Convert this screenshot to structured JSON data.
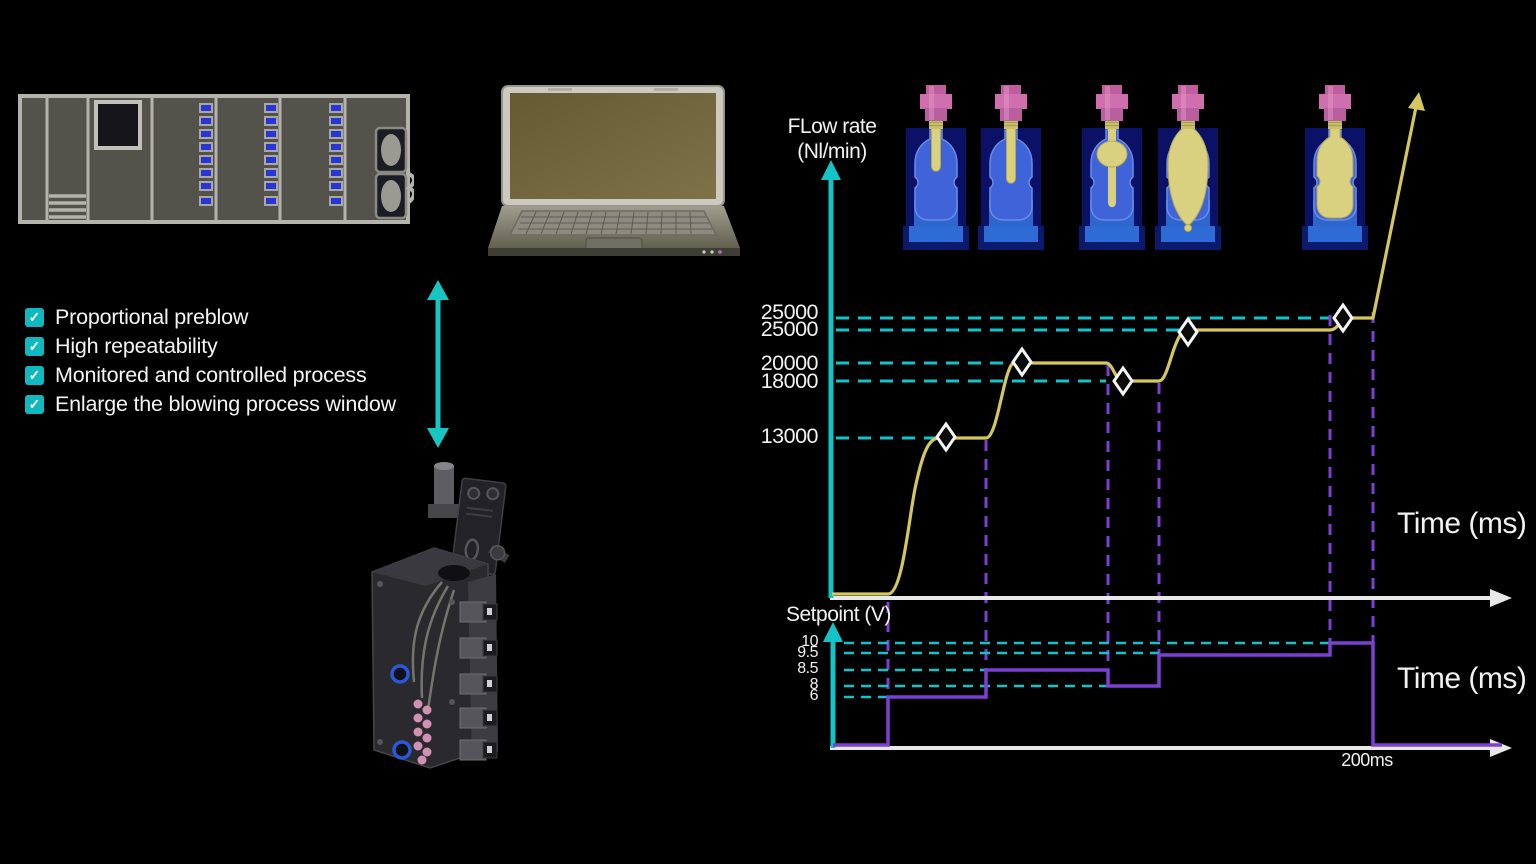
{
  "checklist": {
    "items": [
      {
        "label": "Proportional preblow"
      },
      {
        "label": "High repeatability"
      },
      {
        "label": "Monitored and controlled process"
      },
      {
        "label": "Enlarge the blowing process window"
      }
    ],
    "checkbox_color": "#10b9c0",
    "check_icon": "check-icon"
  },
  "flow_chart": {
    "ylabel_line1": "FLow rate",
    "ylabel_line2": "(Nl/min)",
    "xlabel": "Time (ms)",
    "yticks": [
      "25000",
      "25000",
      "20000",
      "18000",
      "13000"
    ]
  },
  "setpoint_chart": {
    "ylabel": "Setpoint (V)",
    "xlabel": "Time (ms)",
    "yticks": [
      "10",
      "9.5",
      "8.5",
      "8",
      "6"
    ],
    "annotation": "200ms"
  },
  "chart_data": [
    {
      "id": "flow-rate-profile",
      "type": "line",
      "title": "",
      "ylabel": "FLow rate (Nl/min)",
      "xlabel": "Time (ms)",
      "x_unit": "ms",
      "y_tick_labels": [
        "25000",
        "25000",
        "20000",
        "18000",
        "13000"
      ],
      "y_tick_values": [
        25000,
        25000,
        20000,
        18000,
        13000
      ],
      "total_labeled_time_ms": 200,
      "series": [
        {
          "name": "flow-rate-curve",
          "color": "#d5c75f",
          "points": [
            {
              "t_ms": 0,
              "flow": 0
            },
            {
              "t_ms": 20,
              "flow": 0
            },
            {
              "t_ms": 37,
              "flow": 13000
            },
            {
              "t_ms": 57,
              "flow": 13000
            },
            {
              "t_ms": 66,
              "flow": 20000
            },
            {
              "t_ms": 102,
              "flow": 20000
            },
            {
              "t_ms": 106,
              "flow": 18000
            },
            {
              "t_ms": 121,
              "flow": 18000
            },
            {
              "t_ms": 130,
              "flow": 25000
            },
            {
              "t_ms": 184,
              "flow": 25000
            },
            {
              "t_ms": 189,
              "flow": 25000
            },
            {
              "t_ms": 200,
              "flow": 25000
            }
          ],
          "after_200ms": "steep off-scale rise with arrowhead"
        }
      ],
      "markers": {
        "shape": "diamond",
        "stroke": "#f5f5f5",
        "fill": "#0a0a0a",
        "positions": [
          {
            "t_ms": 41,
            "flow": 13000
          },
          {
            "t_ms": 70,
            "flow": 20000
          },
          {
            "t_ms": 107,
            "flow": 18000
          },
          {
            "t_ms": 132,
            "flow": 25000
          },
          {
            "t_ms": 189,
            "flow": 25000
          }
        ]
      },
      "guides": {
        "horizontal_dashed_color": "#12c3c9",
        "vertical_dashed_color": "#7d3fd2"
      },
      "legend": "none",
      "grid": "off"
    },
    {
      "id": "setpoint-profile",
      "type": "step",
      "title": "",
      "ylabel": "Setpoint (V)",
      "xlabel": "Time (ms)",
      "y_tick_labels": [
        "10",
        "9.5",
        "8.5",
        "8",
        "6"
      ],
      "y_tick_values": [
        10,
        9.5,
        8.5,
        8,
        6
      ],
      "steps": [
        {
          "from_ms": 0,
          "to_ms": 20,
          "setpoint": 0
        },
        {
          "from_ms": 20,
          "to_ms": 57,
          "setpoint": 6
        },
        {
          "from_ms": 57,
          "to_ms": 102,
          "setpoint": 8.5
        },
        {
          "from_ms": 102,
          "to_ms": 121,
          "setpoint": 8
        },
        {
          "from_ms": 121,
          "to_ms": 184,
          "setpoint": 9.5
        },
        {
          "from_ms": 184,
          "to_ms": 200,
          "setpoint": 10
        },
        {
          "from_ms": 200,
          "to_ms": null,
          "setpoint": 0
        }
      ],
      "annotation": "200ms",
      "series_color": "#7d3fd2",
      "guides": {
        "horizontal_dashed_color": "#12c3c9",
        "vertical_dashed_color": "#7d3fd2"
      },
      "legend": "none",
      "grid": "off"
    }
  ],
  "illustrations": {
    "machine_icon": "blow-molding-machine-front-panel",
    "laptop_icon": "laptop-computer",
    "valve_icon": "proportional-valve-block",
    "arrow_icon": "double-headed-vertical-arrow",
    "bottle_stage_icons": [
      "mold-with-preform",
      "mold-with-stretched-preform",
      "mold-with-preblow-bulb",
      "mold-with-expanding-bottle",
      "mold-with-formed-bottle"
    ]
  },
  "colors": {
    "background": "#000000",
    "cyan_accent": "#12c3c9",
    "purple_accent": "#7d3fd2",
    "curve_yellow": "#d5c75f",
    "axis_white": "#e8e8e8",
    "mold_navy": "#0b1166",
    "cavity_blue": "#3f63d9",
    "cap_pink": "#cf6fae",
    "machine_gray": "#53534b"
  }
}
